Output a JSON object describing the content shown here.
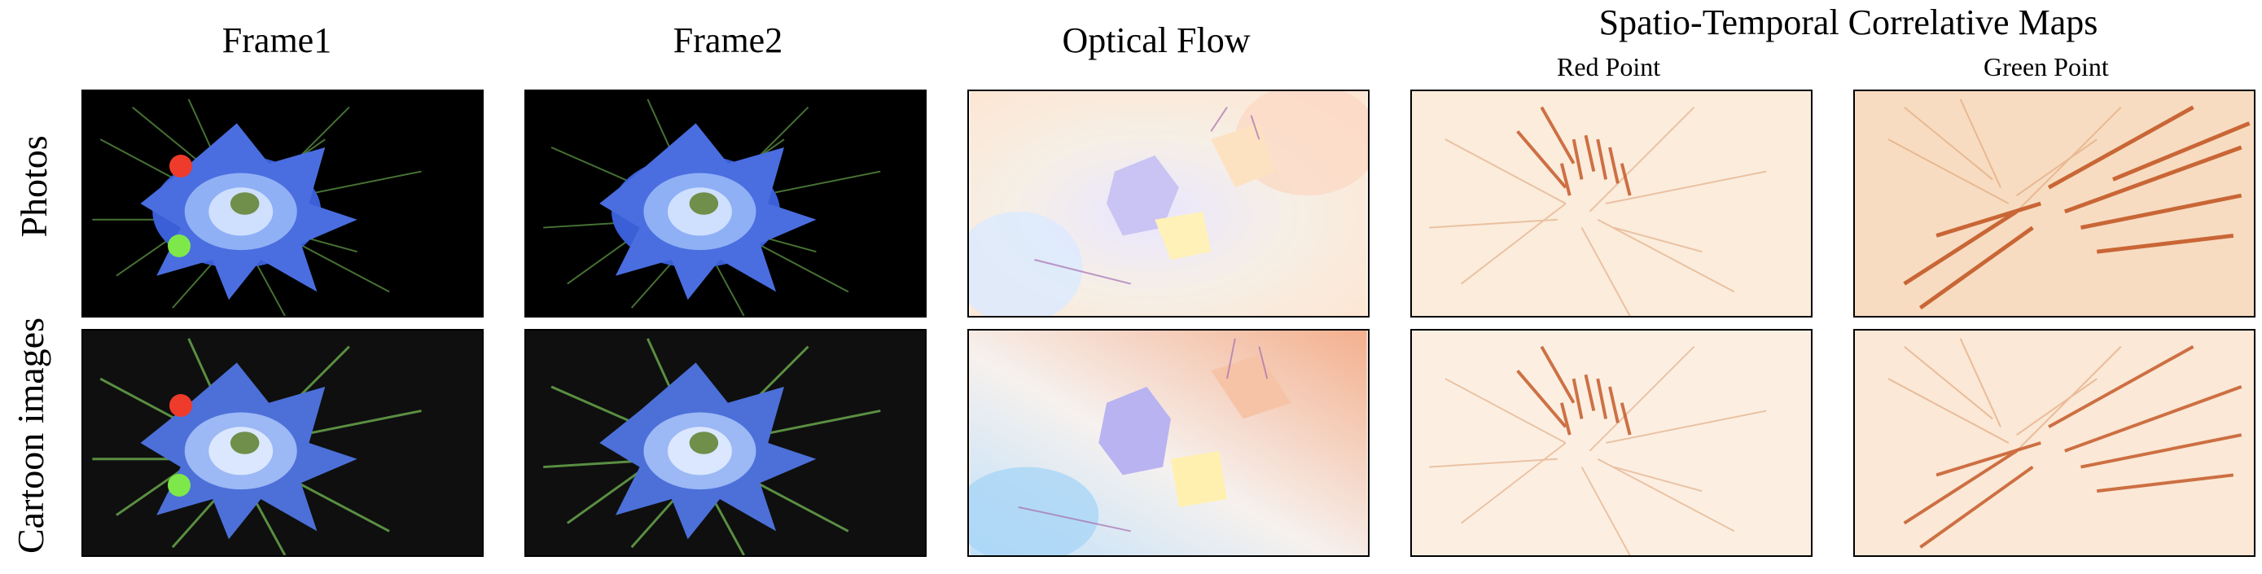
{
  "figure": {
    "column_headers": [
      "Frame1",
      "Frame2",
      "Optical Flow",
      "Spatio-Temporal Correlative Maps"
    ],
    "sub_headers": [
      "Red Point",
      "Green  Point"
    ],
    "row_labels": [
      "Photos",
      "Cartoon images"
    ],
    "marker_colors": {
      "red_point": "#ef3b2c",
      "green_point": "#7ee84a"
    },
    "panel_colors": {
      "photo_background": "#000000",
      "cartoon_background": "#0f0f0f",
      "petal_blue": "#4a6ee0",
      "petal_light": "#cfe0ff",
      "stem_green": "#4f7f3a",
      "heatmap_base": "#fbecdc",
      "heatmap_stroke": "#c2521e"
    }
  }
}
